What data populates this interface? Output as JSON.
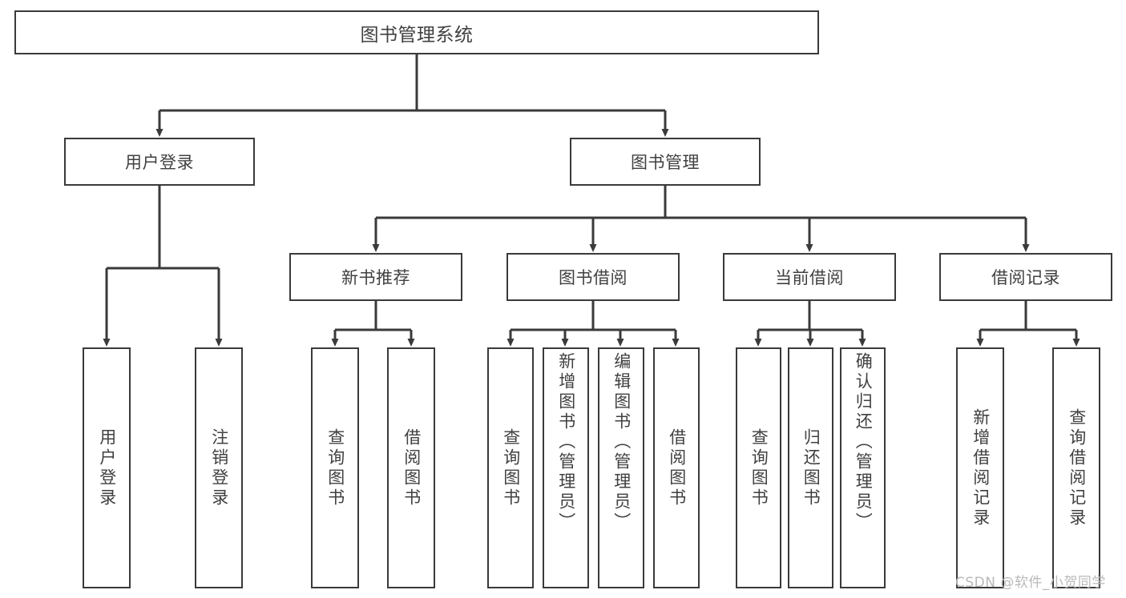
{
  "diagram": {
    "title": "图书管理系统",
    "watermark": "CSDN @软件_小贺同学",
    "colors": {
      "stroke": "#3a3a3a",
      "text": "#404040",
      "background": "#ffffff",
      "watermark": "#b9b9b9"
    },
    "root": {
      "label": "图书管理系统"
    },
    "level2": [
      {
        "label": "用户登录"
      },
      {
        "label": "图书管理"
      }
    ],
    "level3": [
      {
        "label": "新书推荐"
      },
      {
        "label": "图书借阅"
      },
      {
        "label": "当前借阅"
      },
      {
        "label": "借阅记录"
      }
    ],
    "leaves": {
      "login": [
        {
          "label": "用户登录"
        },
        {
          "label": "注销登录"
        }
      ],
      "newbook": [
        {
          "label": "查询图书"
        },
        {
          "label": "借阅图书"
        }
      ],
      "borrow": [
        {
          "label": "查询图书"
        },
        {
          "label": "新增图书（管理员）"
        },
        {
          "label": "编辑图书（管理员）"
        },
        {
          "label": "借阅图书"
        }
      ],
      "current": [
        {
          "label": "查询图书"
        },
        {
          "label": "归还图书"
        },
        {
          "label": "确认归还（管理员）"
        }
      ],
      "record": [
        {
          "label": "新增借阅记录"
        },
        {
          "label": "查询借阅记录"
        }
      ]
    }
  }
}
